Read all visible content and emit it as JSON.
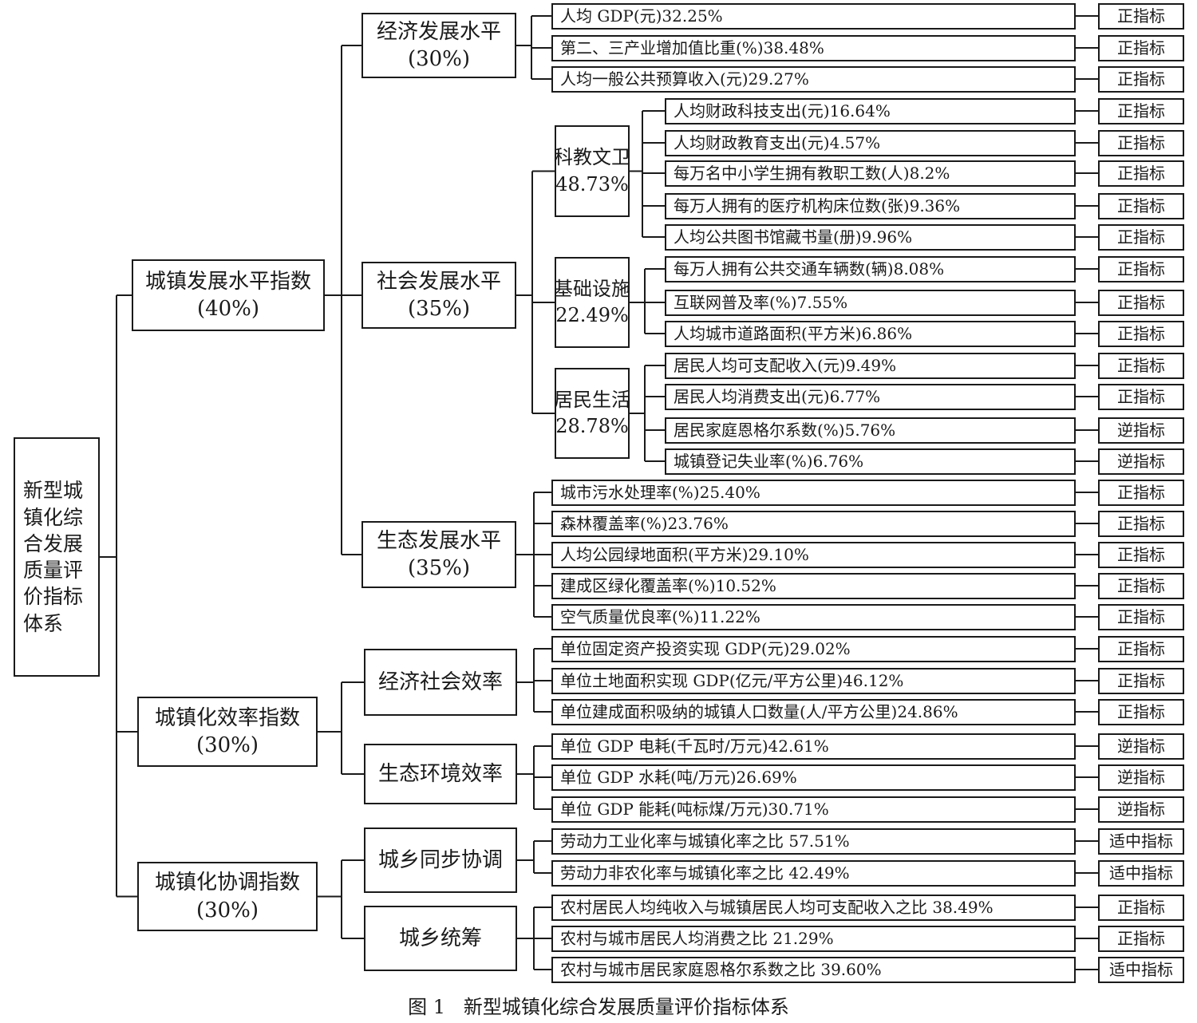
{
  "caption": "图 1   新型城镇化综合发展质量评价指标体系",
  "tree": {
    "root": "新型城镇化综合发展质量评价指标体系",
    "children": [
      {
        "name": "城镇发展水平指数",
        "weight": "(40%)",
        "children": [
          {
            "name": "经济发展水平",
            "weight": "(30%)",
            "indicators": [
              {
                "text": "人均 GDP(元)32.25%",
                "type": "正指标"
              },
              {
                "text": "第二、三产业增加值比重(%)38.48%",
                "type": "正指标"
              },
              {
                "text": "人均一般公共预算收入(元)29.27%",
                "type": "正指标"
              }
            ]
          },
          {
            "name": "社会发展水平",
            "weight": "(35%)",
            "groups": [
              {
                "name": "科教文卫",
                "weight": "48.73%",
                "indicators": [
                  {
                    "text": "人均财政科技支出(元)16.64%",
                    "type": "正指标"
                  },
                  {
                    "text": "人均财政教育支出(元)4.57%",
                    "type": "正指标"
                  },
                  {
                    "text": "每万名中小学生拥有教职工数(人)8.2%",
                    "type": "正指标"
                  },
                  {
                    "text": "每万人拥有的医疗机构床位数(张)9.36%",
                    "type": "正指标"
                  },
                  {
                    "text": "人均公共图书馆藏书量(册)9.96%",
                    "type": "正指标"
                  }
                ]
              },
              {
                "name": "基础设施",
                "weight": "22.49%",
                "indicators": [
                  {
                    "text": "每万人拥有公共交通车辆数(辆)8.08%",
                    "type": "正指标"
                  },
                  {
                    "text": "互联网普及率(%)7.55%",
                    "type": "正指标"
                  },
                  {
                    "text": "人均城市道路面积(平方米)6.86%",
                    "type": "正指标"
                  }
                ]
              },
              {
                "name": "居民生活",
                "weight": "28.78%",
                "indicators": [
                  {
                    "text": "居民人均可支配收入(元)9.49%",
                    "type": "正指标"
                  },
                  {
                    "text": "居民人均消费支出(元)6.77%",
                    "type": "正指标"
                  },
                  {
                    "text": "居民家庭恩格尔系数(%)5.76%",
                    "type": "逆指标"
                  },
                  {
                    "text": "城镇登记失业率(%)6.76%",
                    "type": "逆指标"
                  }
                ]
              }
            ]
          },
          {
            "name": "生态发展水平",
            "weight": "(35%)",
            "indicators": [
              {
                "text": "城市污水处理率(%)25.40%",
                "type": "正指标"
              },
              {
                "text": "森林覆盖率(%)23.76%",
                "type": "正指标"
              },
              {
                "text": "人均公园绿地面积(平方米)29.10%",
                "type": "正指标"
              },
              {
                "text": "建成区绿化覆盖率(%)10.52%",
                "type": "正指标"
              },
              {
                "text": "空气质量优良率(%)11.22%",
                "type": "正指标"
              }
            ]
          }
        ]
      },
      {
        "name": "城镇化效率指数",
        "weight": "(30%)",
        "children": [
          {
            "name": "经济社会效率",
            "weight": "",
            "indicators": [
              {
                "text": "单位固定资产投资实现 GDP(元)29.02%",
                "type": "正指标"
              },
              {
                "text": "单位土地面积实现 GDP(亿元/平方公里)46.12%",
                "type": "正指标"
              },
              {
                "text": "单位建成面积吸纳的城镇人口数量(人/平方公里)24.86%",
                "type": "正指标"
              }
            ]
          },
          {
            "name": "生态环境效率",
            "weight": "",
            "indicators": [
              {
                "text": "单位 GDP 电耗(千瓦时/万元)42.61%",
                "type": "逆指标"
              },
              {
                "text": "单位 GDP 水耗(吨/万元)26.69%",
                "type": "逆指标"
              },
              {
                "text": "单位 GDP 能耗(吨标煤/万元)30.71%",
                "type": "逆指标"
              }
            ]
          }
        ]
      },
      {
        "name": "城镇化协调指数",
        "weight": "(30%)",
        "children": [
          {
            "name": "城乡同步协调",
            "weight": "",
            "indicators": [
              {
                "text": "劳动力工业化率与城镇化率之比 57.51%",
                "type": "适中指标"
              },
              {
                "text": "劳动力非农化率与城镇化率之比 42.49%",
                "type": "适中指标"
              }
            ]
          },
          {
            "name": "城乡统筹",
            "weight": "",
            "indicators": [
              {
                "text": "农村居民人均纯收入与城镇居民人均可支配收入之比 38.49%",
                "type": "正指标"
              },
              {
                "text": "农村与城市居民人均消费之比 21.29%",
                "type": "正指标"
              },
              {
                "text": "农村与城市居民家庭恩格尔系数之比 39.60%",
                "type": "适中指标"
              }
            ]
          }
        ]
      }
    ]
  }
}
